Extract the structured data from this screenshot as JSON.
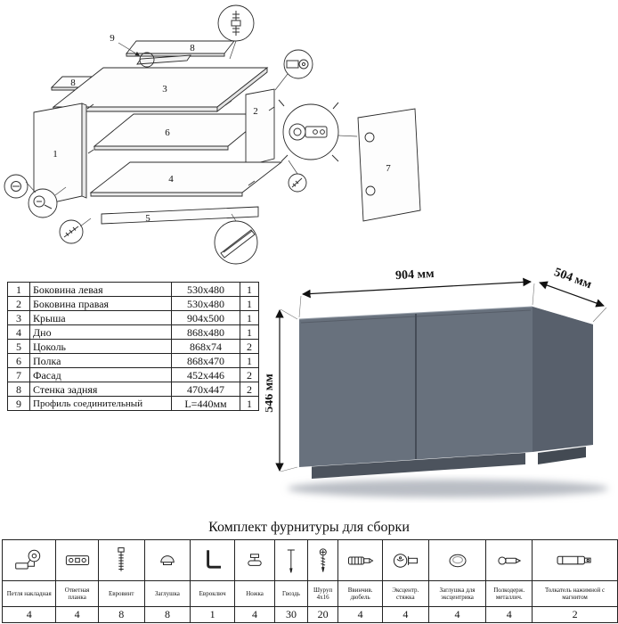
{
  "colors": {
    "cabinet_top": "#7e8792",
    "cabinet_front": "#68717d",
    "cabinet_side": "#58606c",
    "cabinet_plinth": "#4c535d",
    "cabinet_plinth_side": "#434a53"
  },
  "diagram": {
    "labels": {
      "l1": "1",
      "l2": "2",
      "l3": "3",
      "l4": "4",
      "l5": "5",
      "l6": "6",
      "l7": "7",
      "l8a": "8",
      "l8b": "8",
      "l9": "9"
    }
  },
  "parts_table": {
    "rows": [
      {
        "num": "1",
        "name": "Боковина левая",
        "size": "530x480",
        "qty": "1"
      },
      {
        "num": "2",
        "name": "Боковина правая",
        "size": "530x480",
        "qty": "1"
      },
      {
        "num": "3",
        "name": "Крыша",
        "size": "904x500",
        "qty": "1"
      },
      {
        "num": "4",
        "name": "Дно",
        "size": "868x480",
        "qty": "1"
      },
      {
        "num": "5",
        "name": "Цоколь",
        "size": "868x74",
        "qty": "2"
      },
      {
        "num": "6",
        "name": "Полка",
        "size": "868x470",
        "qty": "1"
      },
      {
        "num": "7",
        "name": "Фасад",
        "size": "452x446",
        "qty": "2"
      },
      {
        "num": "8",
        "name": "Стенка задняя",
        "size": "470x447",
        "qty": "2"
      },
      {
        "num": "9",
        "name": "Профиль соединительный",
        "size": "L=440мм",
        "qty": "1"
      }
    ]
  },
  "cabinet": {
    "width_label": "904 мм",
    "depth_label": "504 мм",
    "height_label": "546 мм"
  },
  "hardware": {
    "title": "Комплект фурнитуры для сборки",
    "items": [
      {
        "label": "Петля накладная",
        "qty": "4",
        "icon": "hinge-icon"
      },
      {
        "label": "Ответная планка",
        "qty": "4",
        "icon": "strike-plate-icon"
      },
      {
        "label": "Евровинт",
        "qty": "8",
        "icon": "confirmat-screw-icon"
      },
      {
        "label": "Заглушка",
        "qty": "8",
        "icon": "cap-icon"
      },
      {
        "label": "Евроключ",
        "qty": "1",
        "icon": "hex-key-icon"
      },
      {
        "label": "Ножка",
        "qty": "4",
        "icon": "leg-icon"
      },
      {
        "label": "Гвоздь",
        "qty": "30",
        "icon": "nail-icon"
      },
      {
        "label": "Шуруп 4x16",
        "qty": "20",
        "icon": "screw-icon"
      },
      {
        "label": "Ввинчив. дюбель",
        "qty": "4",
        "icon": "screw-in-dowel-icon"
      },
      {
        "label": "Эксцентр. стяжка",
        "qty": "4",
        "icon": "cam-lock-icon"
      },
      {
        "label": "Заглушка для эксцентрика",
        "qty": "4",
        "icon": "cam-cap-icon"
      },
      {
        "label": "Полкодерж. металлич.",
        "qty": "4",
        "icon": "shelf-pin-icon"
      },
      {
        "label": "Толкатель нажимной с магнитом",
        "qty": "2",
        "icon": "push-latch-icon"
      }
    ]
  }
}
